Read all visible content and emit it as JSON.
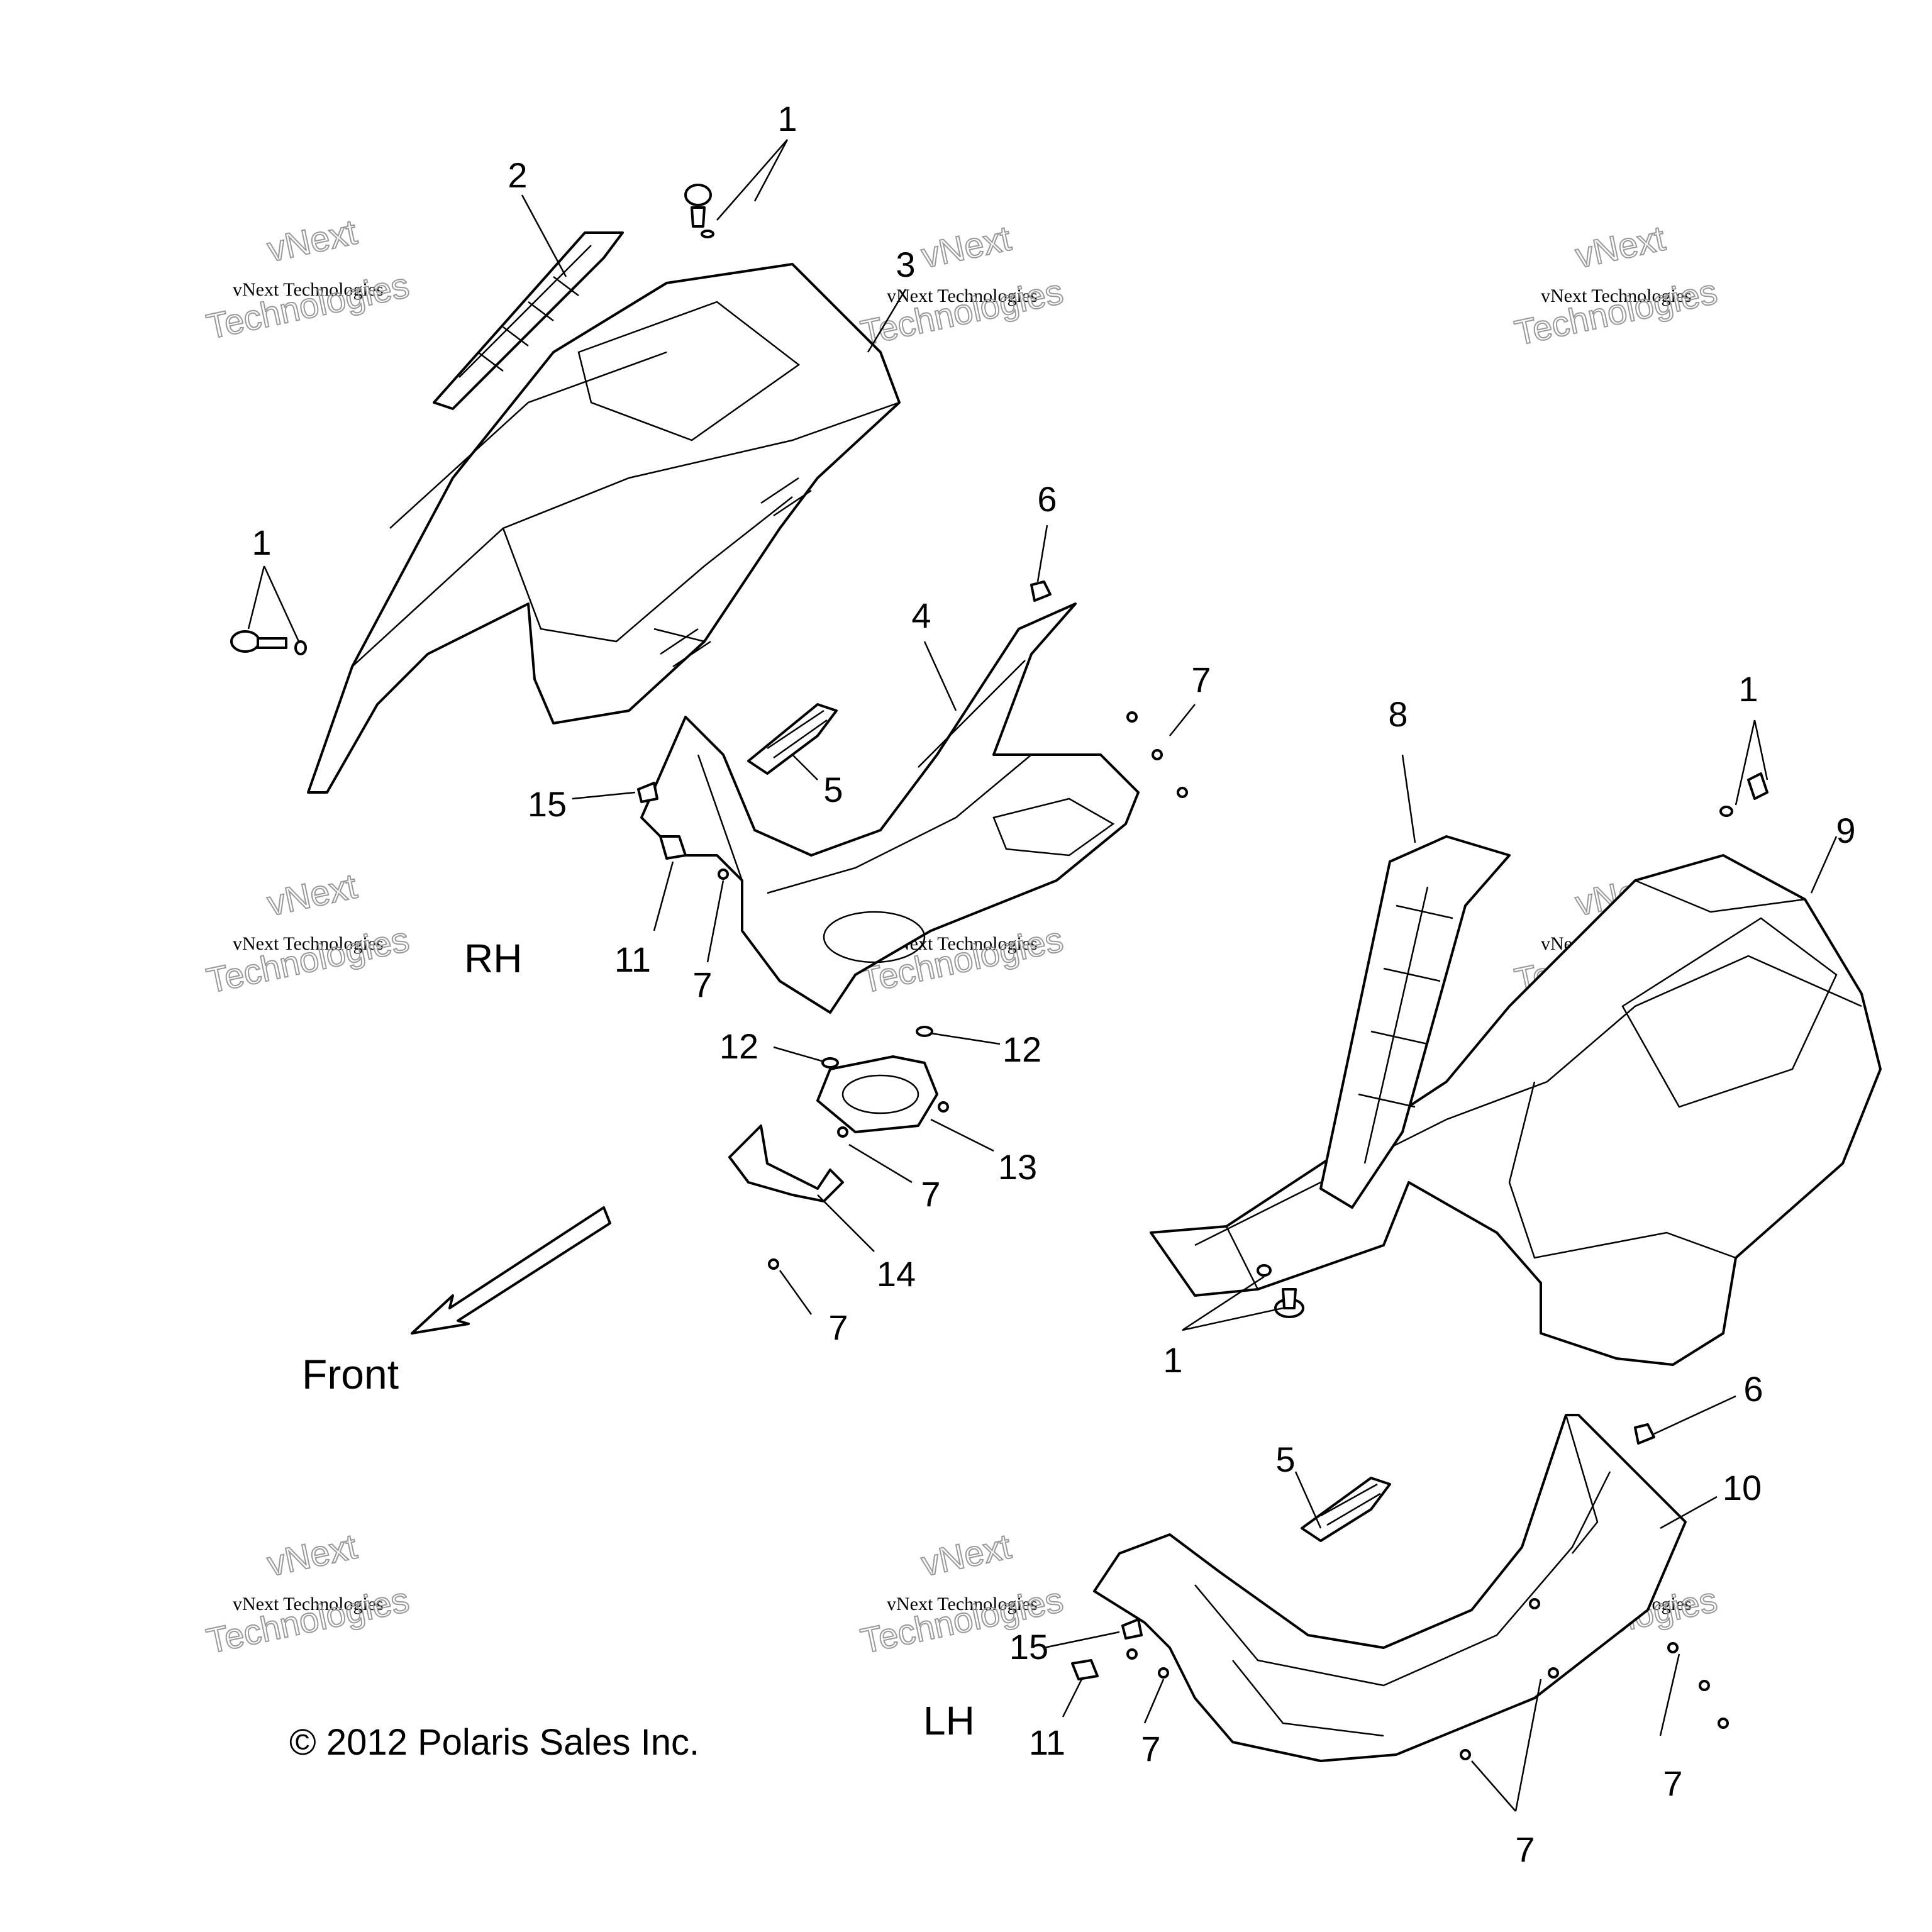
{
  "labels": {
    "rh": "RH",
    "lh": "LH",
    "front": "Front",
    "copyright": "© 2012 Polaris Sales Inc."
  },
  "watermark": {
    "line1": "vNext Technologies",
    "line2": "Technologies",
    "line3": "vNext"
  },
  "callouts": {
    "c1_top": "1",
    "c2": "2",
    "c3": "3",
    "c1_left": "1",
    "c6_top": "6",
    "c4": "4",
    "c7_a": "7",
    "c5_top": "5",
    "c15_top": "15",
    "c11_top": "11",
    "c7_b": "7",
    "c12_left": "12",
    "c12_right": "12",
    "c13": "13",
    "c7_c": "7",
    "c14": "14",
    "c7_d": "7",
    "c1_right": "1",
    "c8": "8",
    "c9": "9",
    "c1_bottom": "1",
    "c6_bottom": "6",
    "c5_bottom": "5",
    "c10": "10",
    "c15_bottom": "15",
    "c11_bottom": "11",
    "c7_e": "7",
    "c7_f": "7",
    "c7_g": "7"
  },
  "colors": {
    "line": "#000000",
    "background": "#ffffff",
    "watermark": "#999999"
  }
}
